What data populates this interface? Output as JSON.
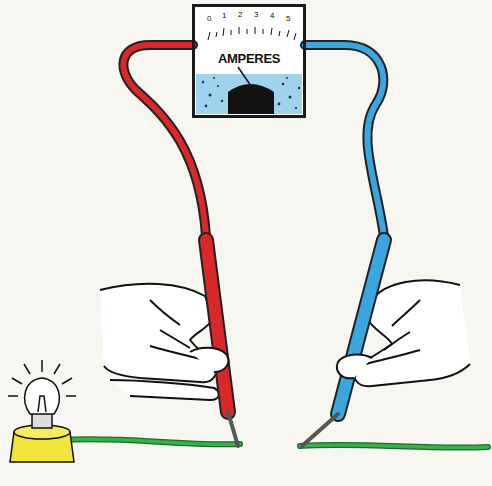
{
  "diagram": {
    "nodes": [
      {
        "text": [
          "AMPERES"
        ]
      }
    ],
    "labels": [
      "0",
      "1",
      "2",
      "3",
      "4",
      "5"
    ]
  }
}
